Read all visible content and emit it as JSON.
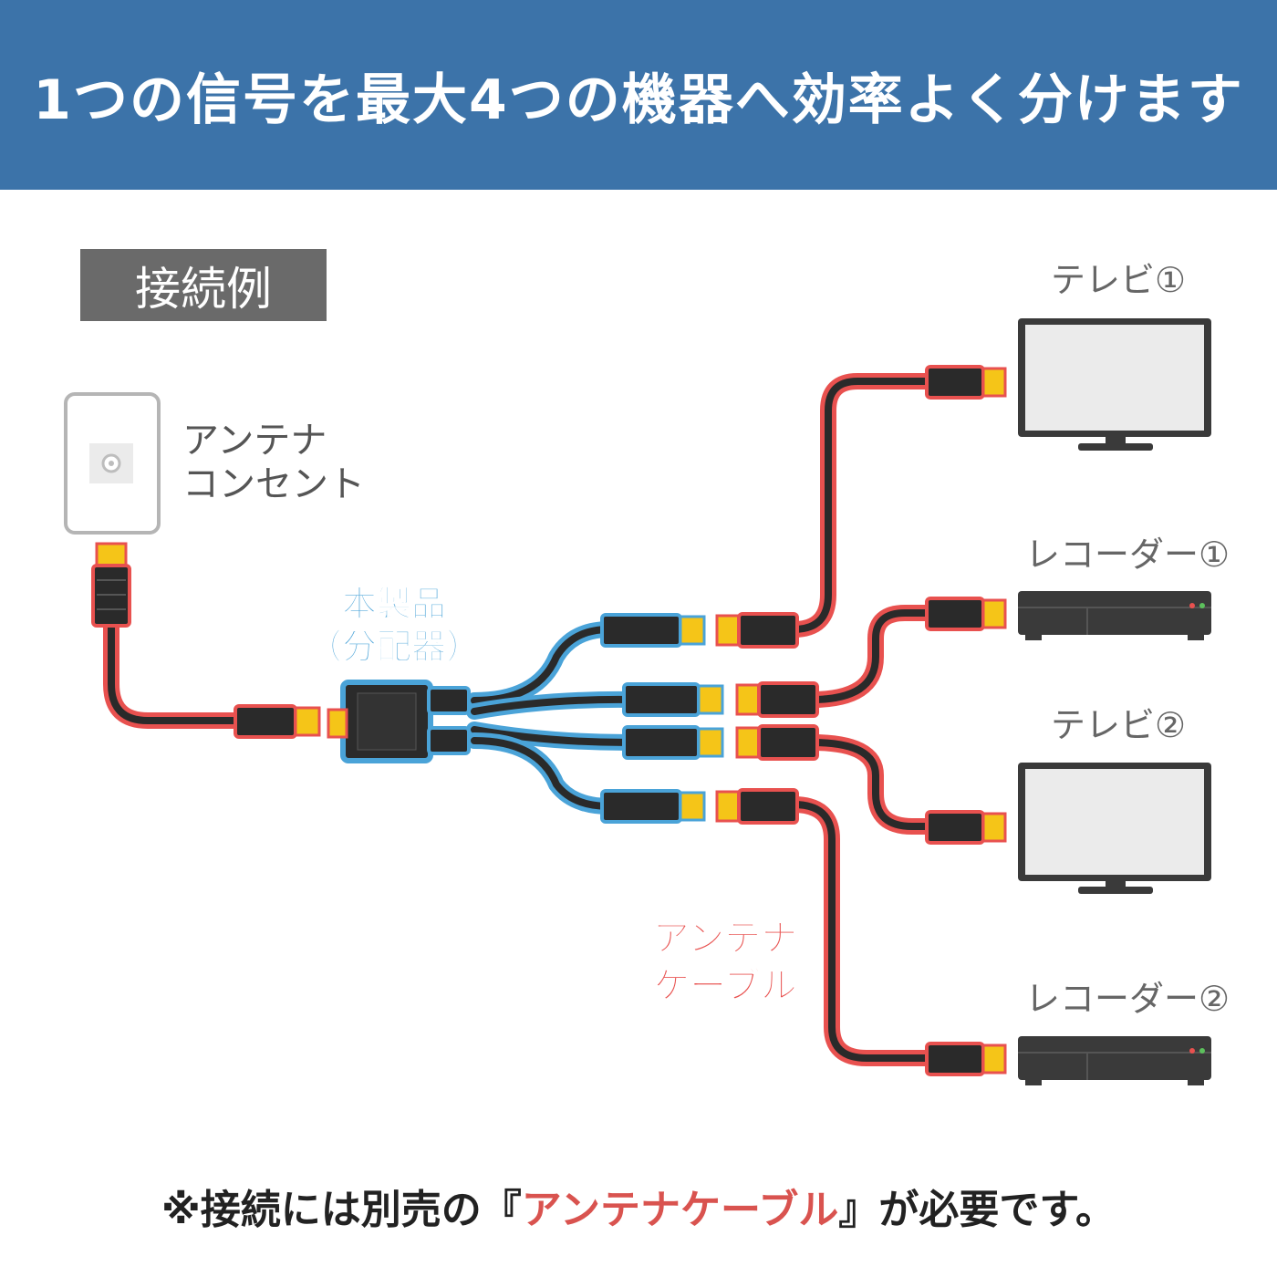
{
  "header": {
    "title": "1つの信号を最大4つの機器へ効率よく分けます",
    "bg_color": "#3c73a9"
  },
  "example_label": "接続例",
  "source": {
    "line1": "アンテナ",
    "line2": "コンセント"
  },
  "product": {
    "line1": "本製品",
    "line2": "（分配器）"
  },
  "cable_label": {
    "line1": "アンテナ",
    "line2": "ケーブル"
  },
  "devices": [
    {
      "label": "テレビ①",
      "type": "tv"
    },
    {
      "label": "レコーダー①",
      "type": "recorder"
    },
    {
      "label": "テレビ②",
      "type": "tv"
    },
    {
      "label": "レコーダー②",
      "type": "recorder"
    }
  ],
  "footer": {
    "prefix": "※接続には別売の『",
    "highlight": "アンテナケーブル",
    "suffix": "』が必要です。"
  },
  "colors": {
    "cable_glow": "#e8514f",
    "splitter_glow": "#4aa3d8",
    "connector": "#f5c518",
    "cable_core": "#2a2a2a",
    "device": "#3a3a3a"
  }
}
